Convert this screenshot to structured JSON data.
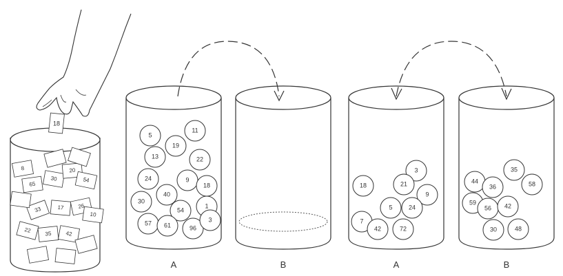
{
  "jar_labels": {
    "jar2": "A",
    "jar3": "B",
    "jar4": "A",
    "jar5": "B"
  },
  "ticket_numbers": [
    "18",
    "8",
    "65",
    "30",
    "20",
    "54",
    "33",
    "17",
    "26",
    "10",
    "22",
    "35",
    "42"
  ],
  "jar_a_full": {
    "balls": [
      "5",
      "11",
      "19",
      "13",
      "22",
      "24",
      "9",
      "18",
      "40",
      "1",
      "30",
      "54",
      "57",
      "61",
      "96",
      "3"
    ]
  },
  "jar_a_after": {
    "balls": [
      "18",
      "3",
      "21",
      "9",
      "7",
      "5",
      "24",
      "42",
      "72"
    ]
  },
  "jar_b_after": {
    "balls": [
      "35",
      "44",
      "36",
      "58",
      "59",
      "56",
      "42",
      "30",
      "48"
    ]
  }
}
